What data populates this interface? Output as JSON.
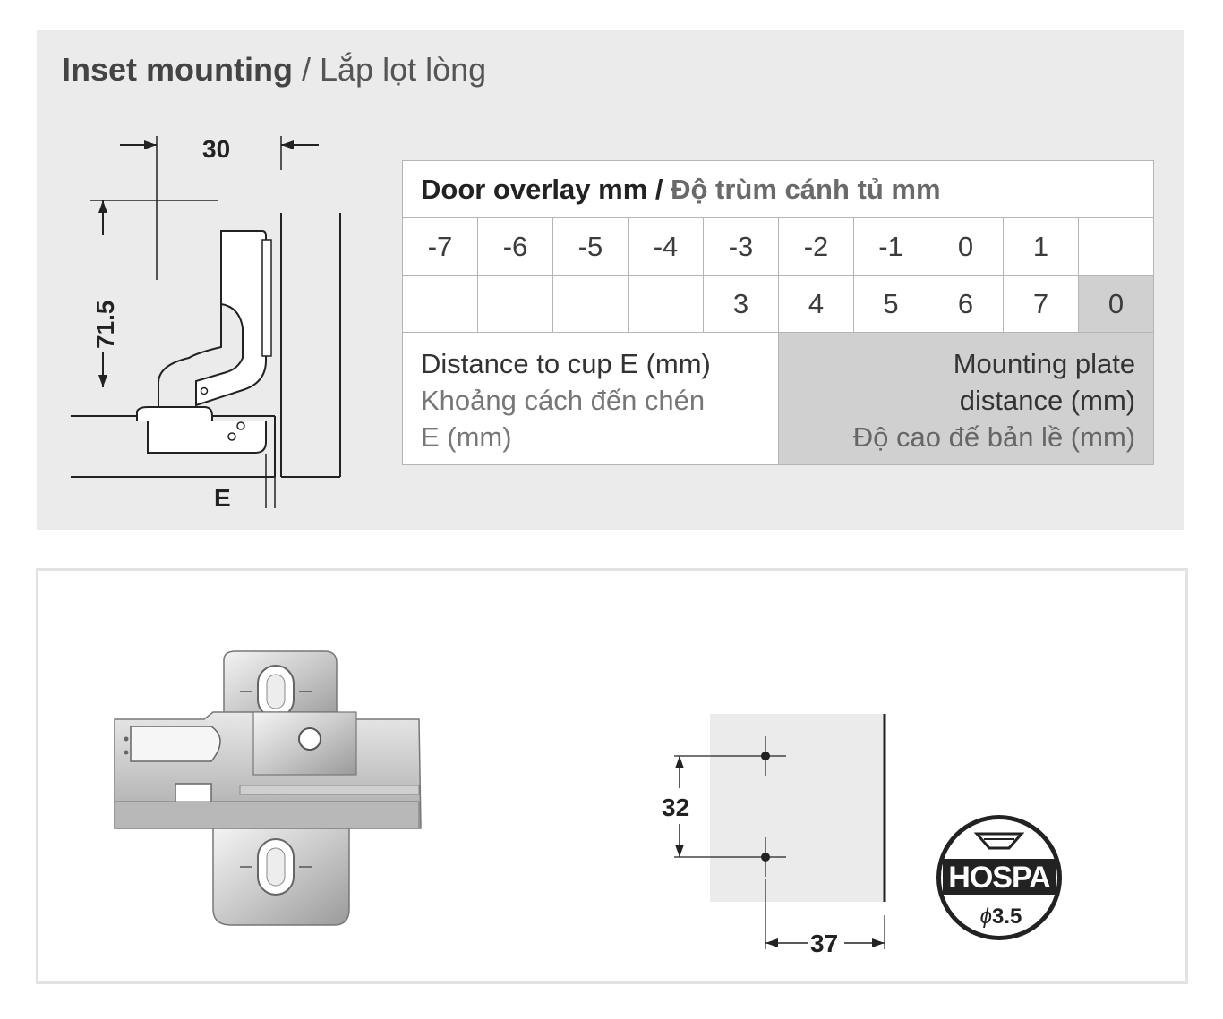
{
  "header": {
    "title_bold": "Inset mounting",
    "title_sep": " / ",
    "title_vi": "Lắp lọt lòng"
  },
  "hinge_drawing": {
    "dim_top": "30",
    "dim_height": "71.5",
    "dim_e": "E"
  },
  "overlay_table": {
    "header_en": "Door overlay mm",
    "header_sep": " / ",
    "header_vi": "Độ trùm cánh tủ mm",
    "overlay_values": [
      "-7",
      "-6",
      "-5",
      "-4",
      "-3",
      "-2",
      "-1",
      "0",
      "1",
      ""
    ],
    "distance_values": [
      "",
      "",
      "",
      "",
      "3",
      "4",
      "5",
      "6",
      "7",
      "0"
    ],
    "left_label_en": "Distance to cup E (mm)",
    "left_label_vi_1": "Khoảng cách đến chén",
    "left_label_vi_2": "E (mm)",
    "right_label_en_1": "Mounting plate",
    "right_label_en_2": "distance (mm)",
    "right_label_vi": "Độ cao đế bản lề (mm)"
  },
  "plate_drawing": {
    "dim_vertical": "32",
    "dim_horizontal": "37"
  },
  "hospa_logo": {
    "brand": "HOSPA",
    "diameter_symbol": "ϕ",
    "diameter_value": "3.5"
  },
  "colors": {
    "panel_bg": "#ebebec",
    "highlight_cell": "#d0d0d0",
    "plate_bg": "#ebebeb",
    "logo": "#222222"
  }
}
